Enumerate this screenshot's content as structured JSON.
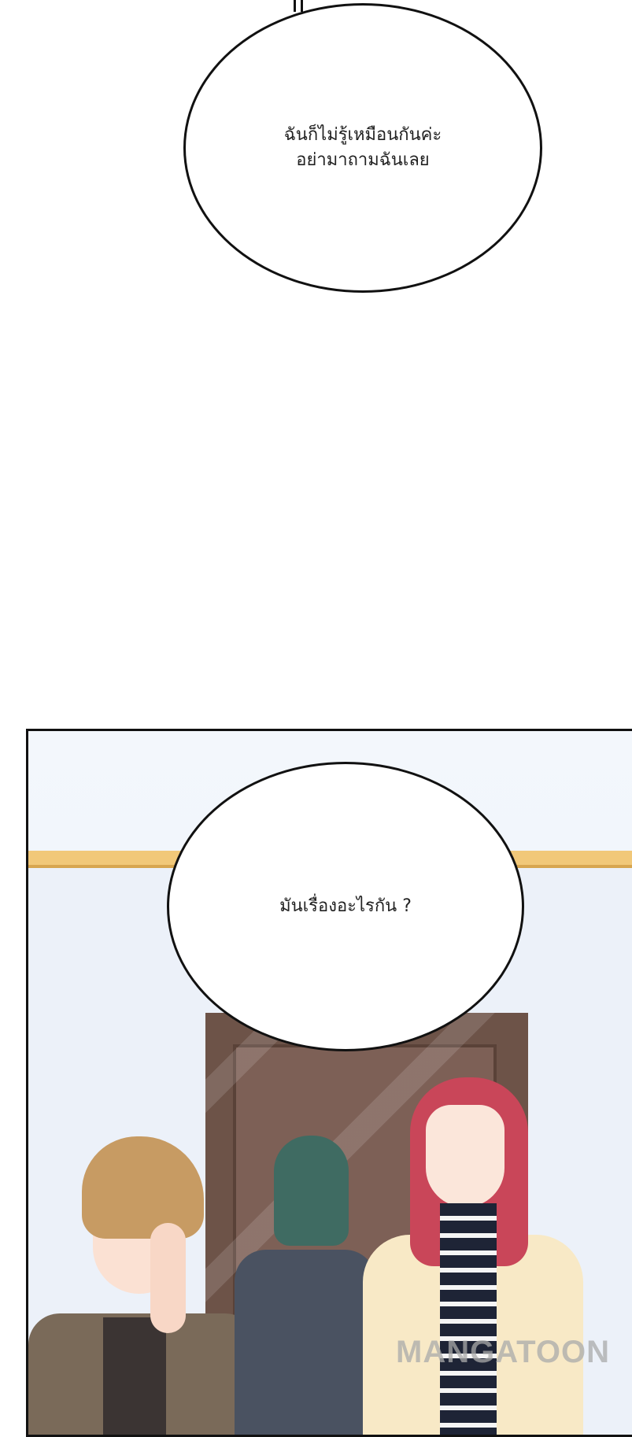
{
  "speech_bubbles": [
    {
      "text": "ฉันก็ไม่รู้เหมือนกันค่ะ\nอย่ามาถามฉันเลย"
    },
    {
      "text": "มันเรื่องอะไรกัน ?"
    }
  ],
  "watermark": "MANGATOON"
}
